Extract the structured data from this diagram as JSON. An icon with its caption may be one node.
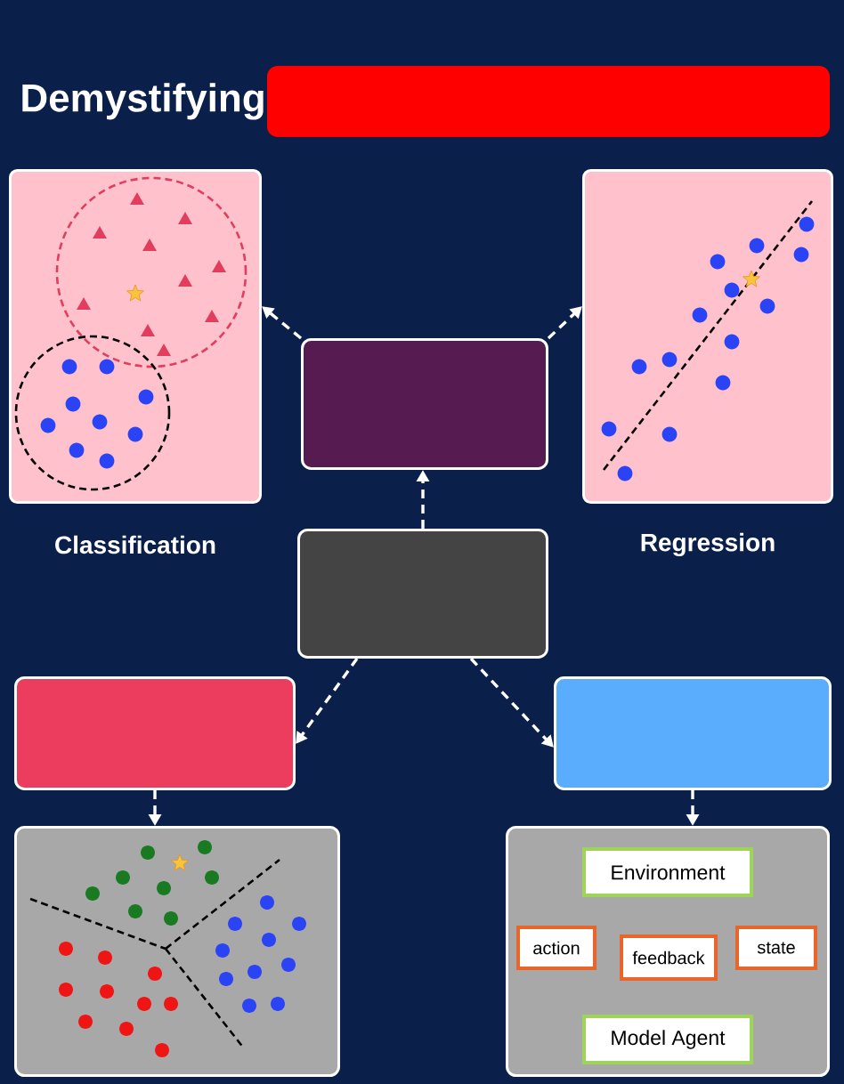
{
  "diagram": {
    "title": "Demystifying",
    "nodes": [
      {
        "text": [
          "Classification"
        ]
      },
      {
        "text": [
          "Regression"
        ]
      },
      {
        "text": [],
        "shape": "box"
      },
      {
        "text": [],
        "shape": "box"
      },
      {
        "text": [],
        "shape": "box"
      },
      {
        "text": [],
        "shape": "box"
      },
      {
        "text": [],
        "shape": "box"
      },
      {
        "text": [],
        "shape": "box"
      },
      {
        "text": [
          "Environment"
        ],
        "in": 7
      },
      {
        "text": [
          "action"
        ],
        "in": 7
      },
      {
        "text": [
          "feedback"
        ],
        "in": 7
      },
      {
        "text": [
          "state"
        ],
        "in": 7
      },
      {
        "text": [
          "Model Agent"
        ],
        "in": 7
      }
    ],
    "edges": [
      {
        "from": 3,
        "to": 2,
        "arrow": "to",
        "style": "dashed"
      },
      {
        "from": 2,
        "to": 0,
        "arrow": "to",
        "style": "dashed"
      },
      {
        "from": 2,
        "to": 1,
        "arrow": "to",
        "style": "dashed"
      },
      {
        "from": 3,
        "to": 4,
        "arrow": "to",
        "style": "dashed"
      },
      {
        "from": 3,
        "to": 5,
        "arrow": "to",
        "style": "dashed"
      },
      {
        "from": 4,
        "to": 6,
        "arrow": "to",
        "style": "dashed"
      },
      {
        "from": 5,
        "to": 7,
        "arrow": "to",
        "style": "dashed"
      }
    ]
  }
}
